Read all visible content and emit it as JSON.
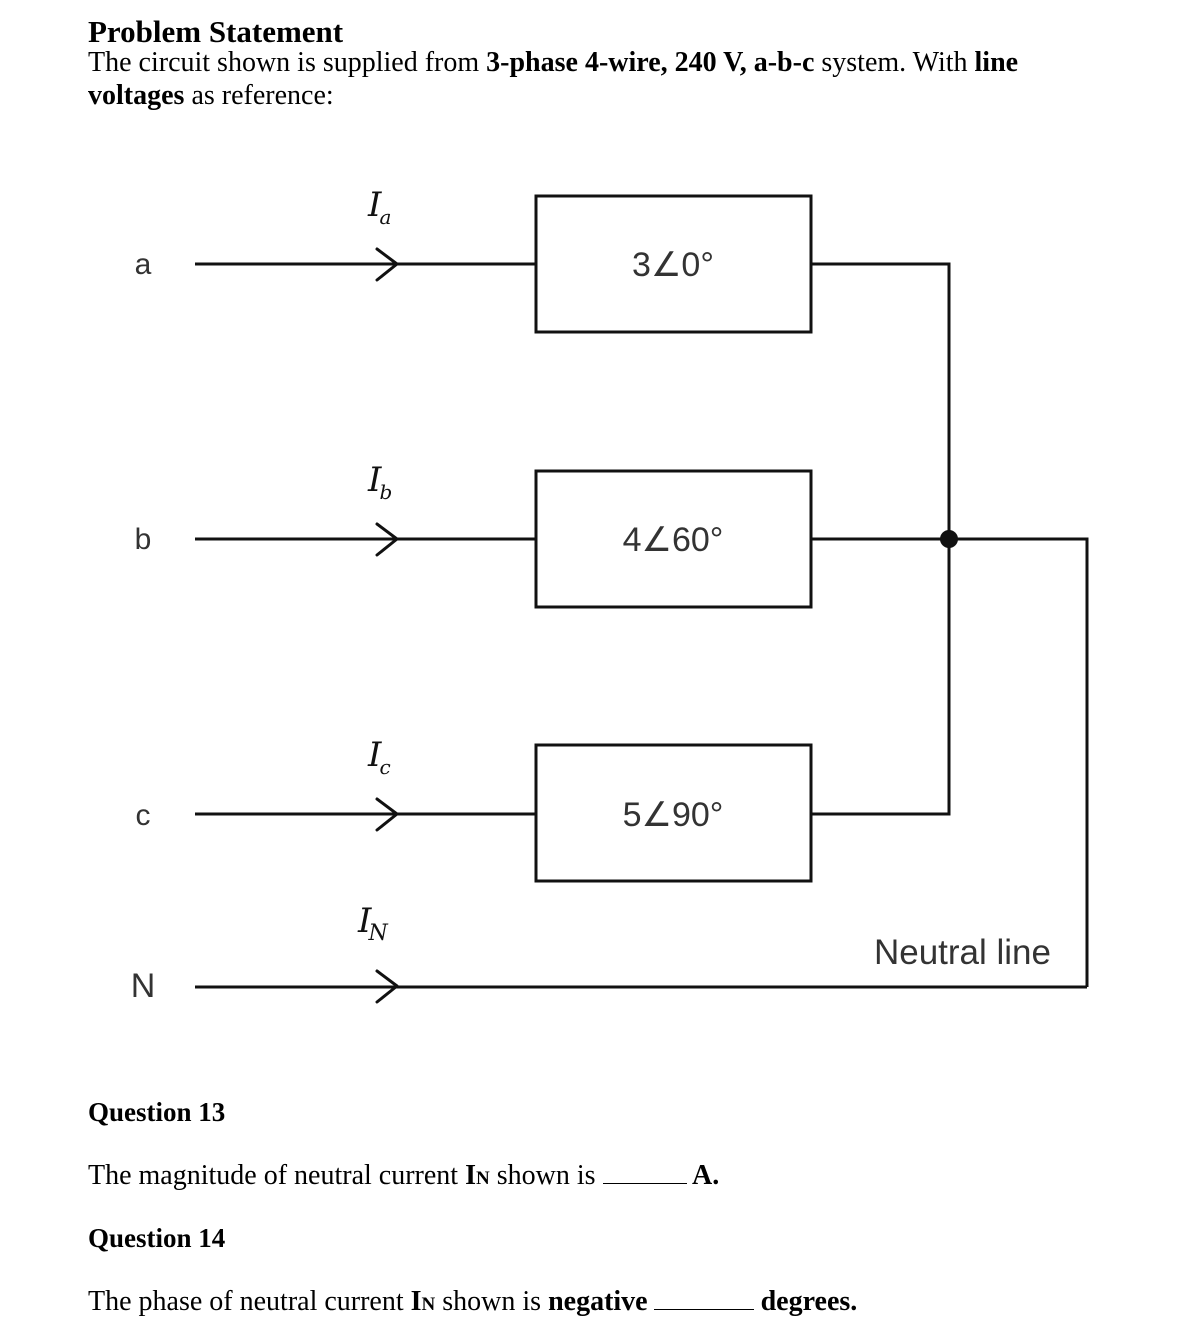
{
  "problem": {
    "title": "Problem Statement",
    "line1_pre": "The circuit shown is supplied from ",
    "line1_bold": "3-phase 4-wire, 240 V, a-b-c",
    "line1_mid": " system. With ",
    "line1_bold2": "line",
    "line2_bold": "voltages",
    "line2_post": " as reference:"
  },
  "circuit": {
    "lines": [
      {
        "terminal": "a",
        "current": "I",
        "current_sub": "a",
        "impedance": "3∠0°"
      },
      {
        "terminal": "b",
        "current": "I",
        "current_sub": "b",
        "impedance": "4∠60°"
      },
      {
        "terminal": "c",
        "current": "I",
        "current_sub": "c",
        "impedance": "5∠90°"
      },
      {
        "terminal": "N",
        "current": "I",
        "current_sub": "N",
        "impedance": ""
      }
    ],
    "neutral_label": "Neutral line"
  },
  "q13": {
    "title": "Question 13",
    "pre": "The magnitude of neutral current ",
    "symbol": "I",
    "symbol_sub": "N",
    "post": " shown is ",
    "unit": " A."
  },
  "q14": {
    "title": "Question 14",
    "pre": "The phase of neutral current ",
    "symbol": "I",
    "symbol_sub": "N",
    "post": " shown is ",
    "bold": "negative",
    "unit": " degrees."
  }
}
